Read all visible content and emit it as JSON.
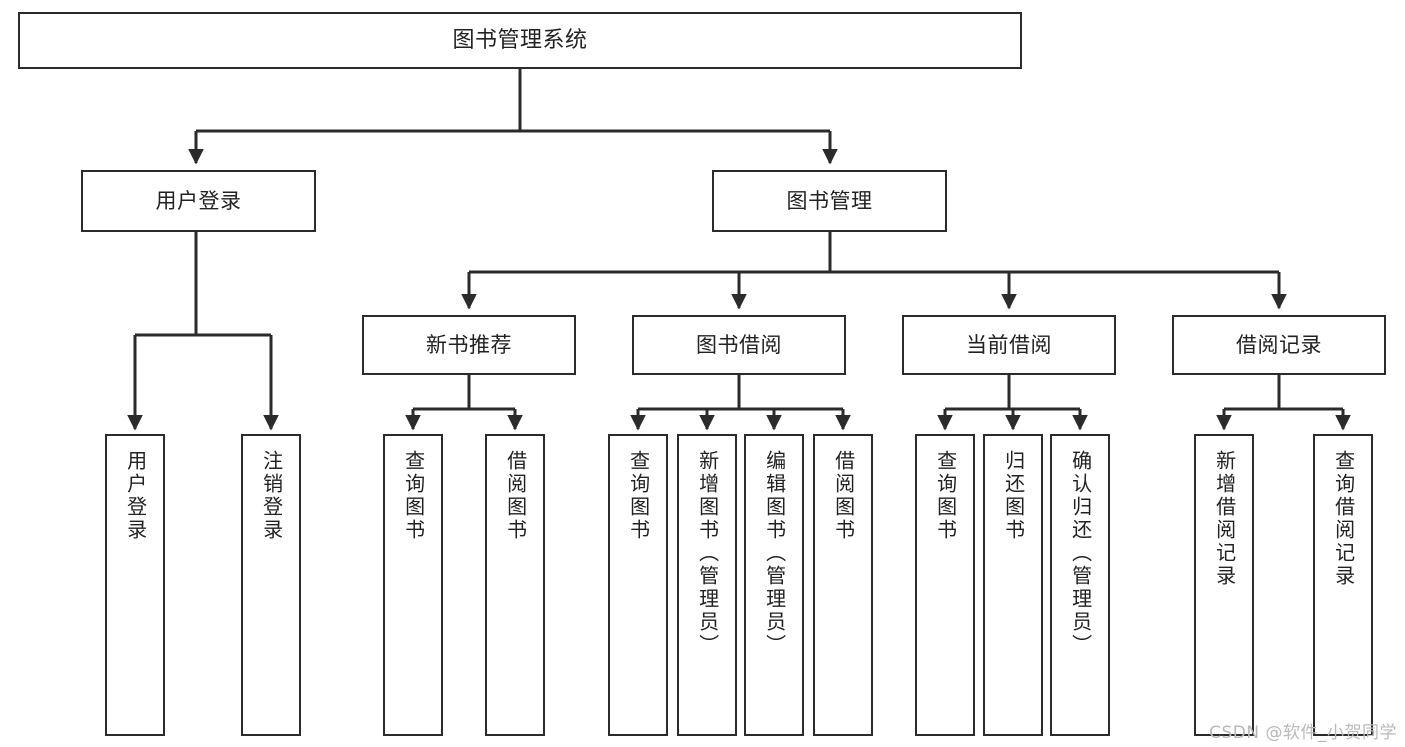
{
  "diagram": {
    "title": "图书管理系统",
    "type": "hierarchy-tree",
    "watermark": "CSDN @软件_小贺同学",
    "colors": {
      "stroke": "#2b2b2b",
      "fill": "#ffffff",
      "text": "#222222",
      "watermark": "#b9b9b9"
    },
    "levels": 4
  },
  "nodes": {
    "root": {
      "label": "图书管理系统"
    },
    "level2": [
      {
        "id": "user-login",
        "label": "用户登录"
      },
      {
        "id": "book-manage",
        "label": "图书管理"
      }
    ],
    "level3": [
      {
        "id": "new-book-recommend",
        "label": "新书推荐"
      },
      {
        "id": "book-borrow",
        "label": "图书借阅"
      },
      {
        "id": "current-borrow",
        "label": "当前借阅"
      },
      {
        "id": "borrow-record",
        "label": "借阅记录"
      }
    ],
    "leaves": {
      "user_login": [
        {
          "id": "leaf-user-login",
          "label": "用户登录"
        },
        {
          "id": "leaf-logout-login",
          "label": "注销登录"
        }
      ],
      "new_book_recommend": [
        {
          "id": "leaf-query-book-1",
          "label": "查询图书"
        },
        {
          "id": "leaf-borrow-book-1",
          "label": "借阅图书"
        }
      ],
      "book_borrow": [
        {
          "id": "leaf-query-book-2",
          "label": "查询图书"
        },
        {
          "id": "leaf-add-book",
          "label": "新增图书（管理员）"
        },
        {
          "id": "leaf-edit-book",
          "label": "编辑图书（管理员）"
        },
        {
          "id": "leaf-borrow-book-2",
          "label": "借阅图书"
        }
      ],
      "current_borrow": [
        {
          "id": "leaf-query-book-3",
          "label": "查询图书"
        },
        {
          "id": "leaf-return-book",
          "label": "归还图书"
        },
        {
          "id": "leaf-confirm-return",
          "label": "确认归还（管理员）"
        }
      ],
      "borrow_record": [
        {
          "id": "leaf-add-record",
          "label": "新增借阅记录"
        },
        {
          "id": "leaf-query-record",
          "label": "查询借阅记录"
        }
      ]
    }
  }
}
